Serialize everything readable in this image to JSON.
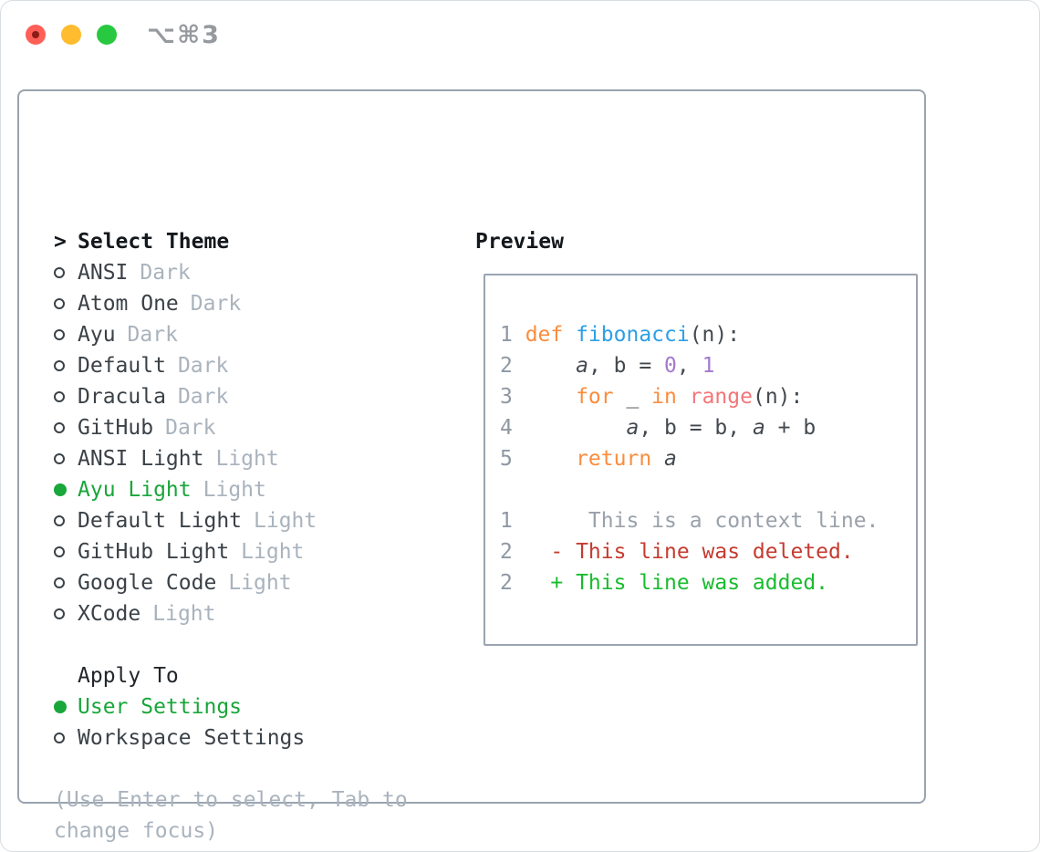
{
  "window": {
    "title": "⌥⌘3",
    "controls": [
      "close",
      "minimize",
      "zoom"
    ]
  },
  "theme_selector": {
    "header": "Select Theme",
    "items": [
      {
        "name": "ANSI",
        "variant": "Dark",
        "selected": false
      },
      {
        "name": "Atom One",
        "variant": "Dark",
        "selected": false
      },
      {
        "name": "Ayu",
        "variant": "Dark",
        "selected": false
      },
      {
        "name": "Default",
        "variant": "Dark",
        "selected": false
      },
      {
        "name": "Dracula",
        "variant": "Dark",
        "selected": false
      },
      {
        "name": "GitHub",
        "variant": "Dark",
        "selected": false
      },
      {
        "name": "ANSI Light",
        "variant": "Light",
        "selected": false
      },
      {
        "name": "Ayu Light",
        "variant": "Light",
        "selected": true
      },
      {
        "name": "Default Light",
        "variant": "Light",
        "selected": false
      },
      {
        "name": "GitHub Light",
        "variant": "Light",
        "selected": false
      },
      {
        "name": "Google Code",
        "variant": "Light",
        "selected": false
      },
      {
        "name": "XCode",
        "variant": "Light",
        "selected": false
      }
    ]
  },
  "apply_to": {
    "header": "Apply To",
    "options": [
      {
        "label": "User Settings",
        "selected": true
      },
      {
        "label": "Workspace Settings",
        "selected": false
      }
    ]
  },
  "help_text": "(Use Enter to select, Tab to change focus)",
  "preview": {
    "header": "Preview",
    "code_lines": [
      {
        "num": "1",
        "tokens": [
          {
            "t": "def ",
            "c": "kw"
          },
          {
            "t": "fibonacci",
            "c": "fn"
          },
          {
            "t": "(n):",
            "c": "fg"
          }
        ]
      },
      {
        "num": "2",
        "tokens": [
          {
            "t": "    ",
            "c": "fg"
          },
          {
            "t": "a",
            "c": "fg",
            "i": true
          },
          {
            "t": ", b = ",
            "c": "fg"
          },
          {
            "t": "0",
            "c": "num"
          },
          {
            "t": ", ",
            "c": "fg"
          },
          {
            "t": "1",
            "c": "num"
          }
        ]
      },
      {
        "num": "3",
        "tokens": [
          {
            "t": "    ",
            "c": "fg"
          },
          {
            "t": "for",
            "c": "kw"
          },
          {
            "t": " _ ",
            "c": "fg"
          },
          {
            "t": "in",
            "c": "kw"
          },
          {
            "t": " ",
            "c": "fg"
          },
          {
            "t": "range",
            "c": "call"
          },
          {
            "t": "(n):",
            "c": "fg"
          }
        ]
      },
      {
        "num": "4",
        "tokens": [
          {
            "t": "        ",
            "c": "fg"
          },
          {
            "t": "a",
            "c": "fg",
            "i": true
          },
          {
            "t": ", b = b, ",
            "c": "fg"
          },
          {
            "t": "a",
            "c": "fg",
            "i": true
          },
          {
            "t": " + b",
            "c": "fg"
          }
        ]
      },
      {
        "num": "5",
        "tokens": [
          {
            "t": "    ",
            "c": "fg"
          },
          {
            "t": "return",
            "c": "kw"
          },
          {
            "t": " ",
            "c": "fg"
          },
          {
            "t": "a",
            "c": "fg",
            "i": true
          }
        ]
      }
    ],
    "diff_lines": [
      {
        "num": "1",
        "text": "     This is a context line.",
        "kind": "context"
      },
      {
        "num": "2",
        "text": "  - This line was deleted.",
        "kind": "deleted"
      },
      {
        "num": "2",
        "text": "  + This line was added.",
        "kind": "added"
      }
    ]
  },
  "colors": {
    "green_selected": "#19a63a",
    "diff_added": "#19bc2e",
    "diff_removed": "#c53b30",
    "kw_orange": "#fa8d3e",
    "fn_blue": "#2d9fe6",
    "num_purple": "#a37acc",
    "call_coral": "#f37679",
    "code_fg": "#43494f",
    "line_number": "#8e98a3",
    "context_gray": "#99a1aa",
    "text_dark": "#3a4147",
    "label_gray": "#a9b3bd",
    "border_gray": "#9aa4b0",
    "title_gray": "#96999e",
    "traffic_red": "#ff5f57",
    "traffic_yellow": "#febc2e",
    "traffic_green": "#28c840"
  }
}
